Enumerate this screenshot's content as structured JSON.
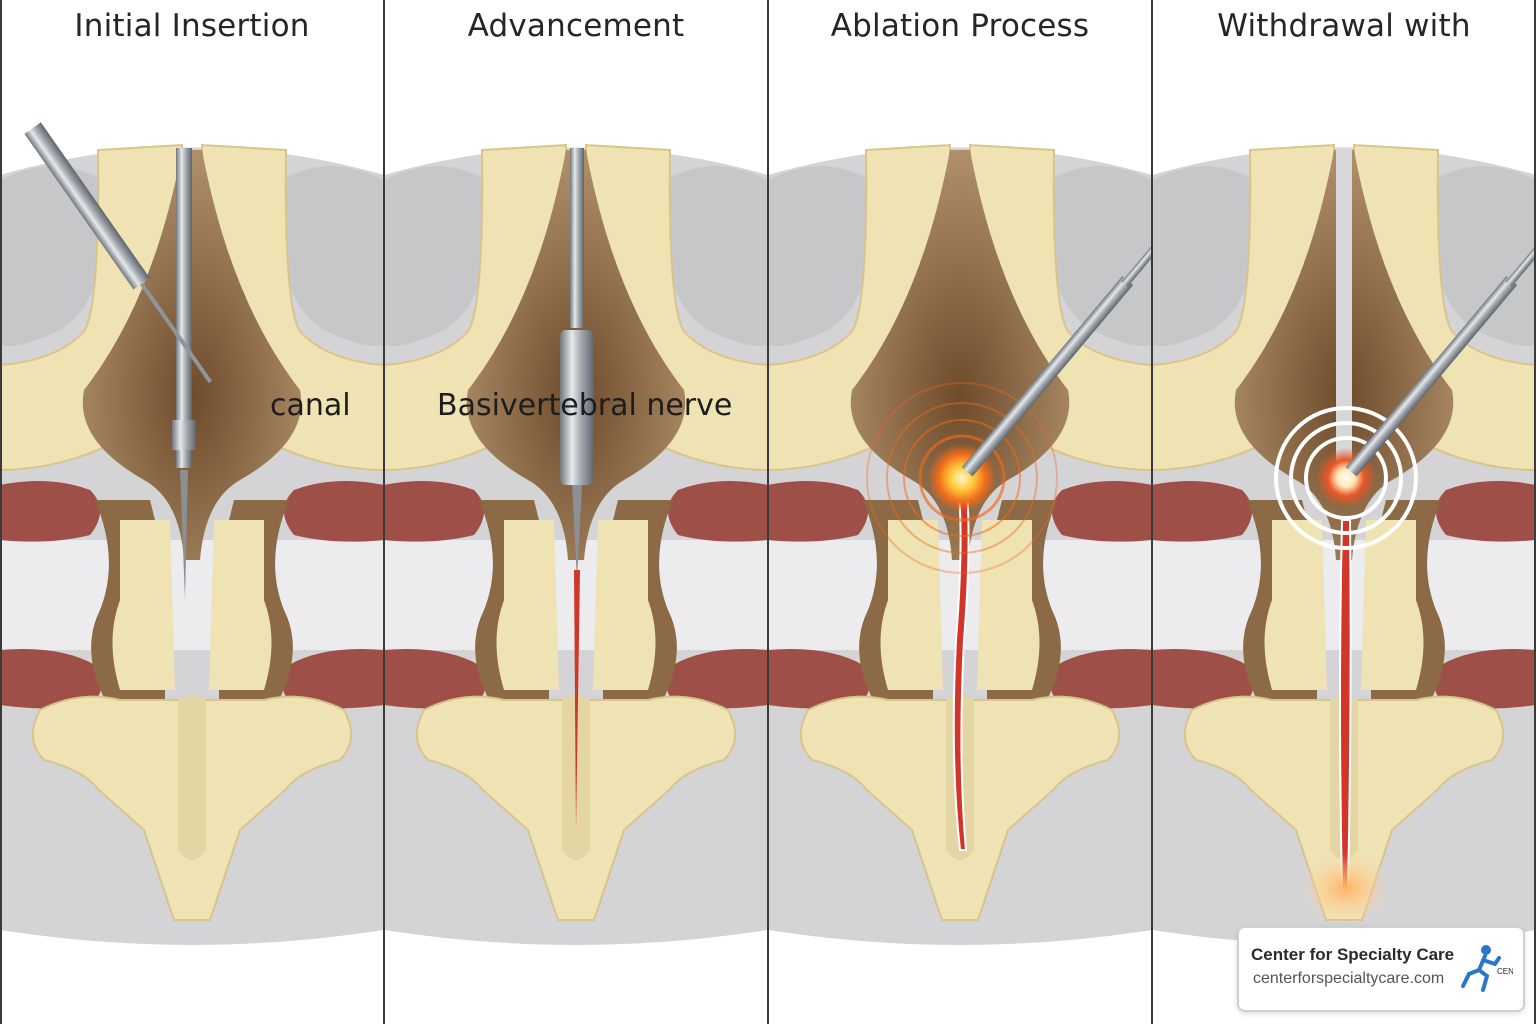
{
  "panels": [
    {
      "title": "Initial Insertion"
    },
    {
      "title": "Advancement"
    },
    {
      "title": "Ablation Process"
    },
    {
      "title": "Withdrawal with"
    }
  ],
  "labels": {
    "canal": "canal",
    "basivertebral_nerve": "Basivertebral nerve"
  },
  "logo": {
    "name": "Center for Specialty Care",
    "url": "centerforspecialtycare.com",
    "mark_text": "CEN"
  },
  "colors": {
    "bone": "#efe2b3",
    "bone_edge": "#d9c48c",
    "canal_brown": "#8c6a45",
    "disc_red": "#9e4f48",
    "soft_tissue": "#cfcfd1",
    "probe_metal": "#9aa0a6",
    "nerve_red": "#d0362a",
    "heat_orange": "#f08a24",
    "logo_blue": "#2a77c9"
  }
}
